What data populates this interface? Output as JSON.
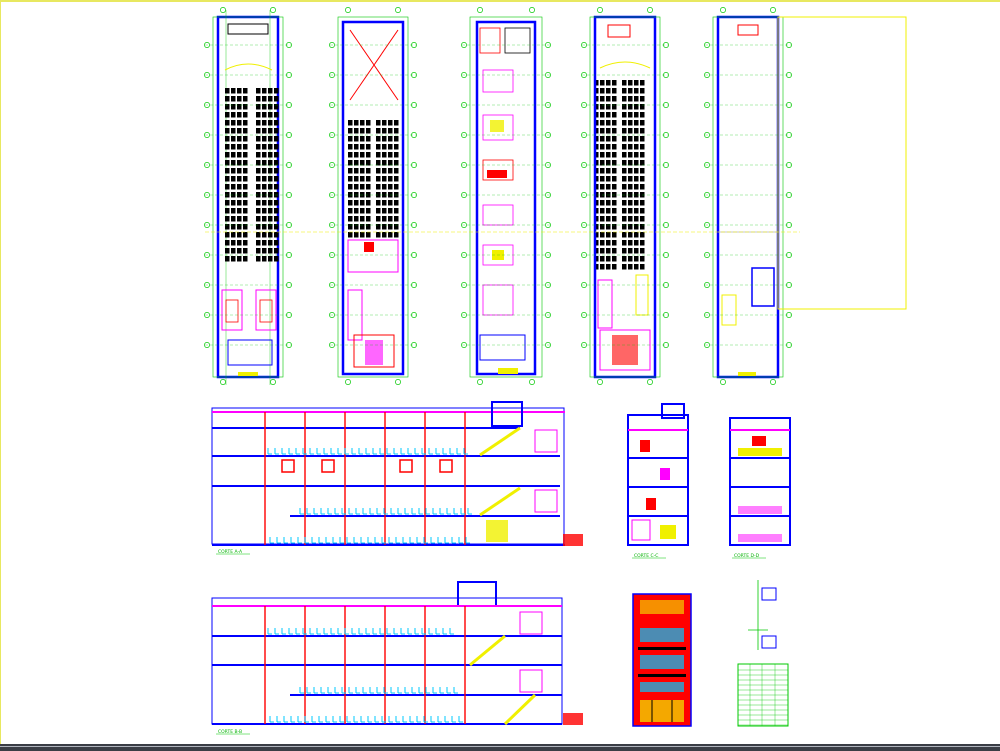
{
  "sheet": {
    "background": "#ffffff",
    "colors": {
      "wall_blue": "#0000ff",
      "grid_green": "#00c800",
      "accent_yellow": "#f0f000",
      "cut_red": "#ff0000",
      "magenta": "#ff00ff",
      "cyan": "#00c8ff",
      "hatch_black": "#000000",
      "status_bar": "#3a3d45"
    }
  },
  "sections": {
    "section_aa": {
      "title": "CORTE A-A"
    },
    "section_bb": {
      "title": "CORTE B-B"
    },
    "section_cc": {
      "title": "CORTE C-C"
    },
    "section_dd": {
      "title": "CORTE D-D"
    }
  }
}
